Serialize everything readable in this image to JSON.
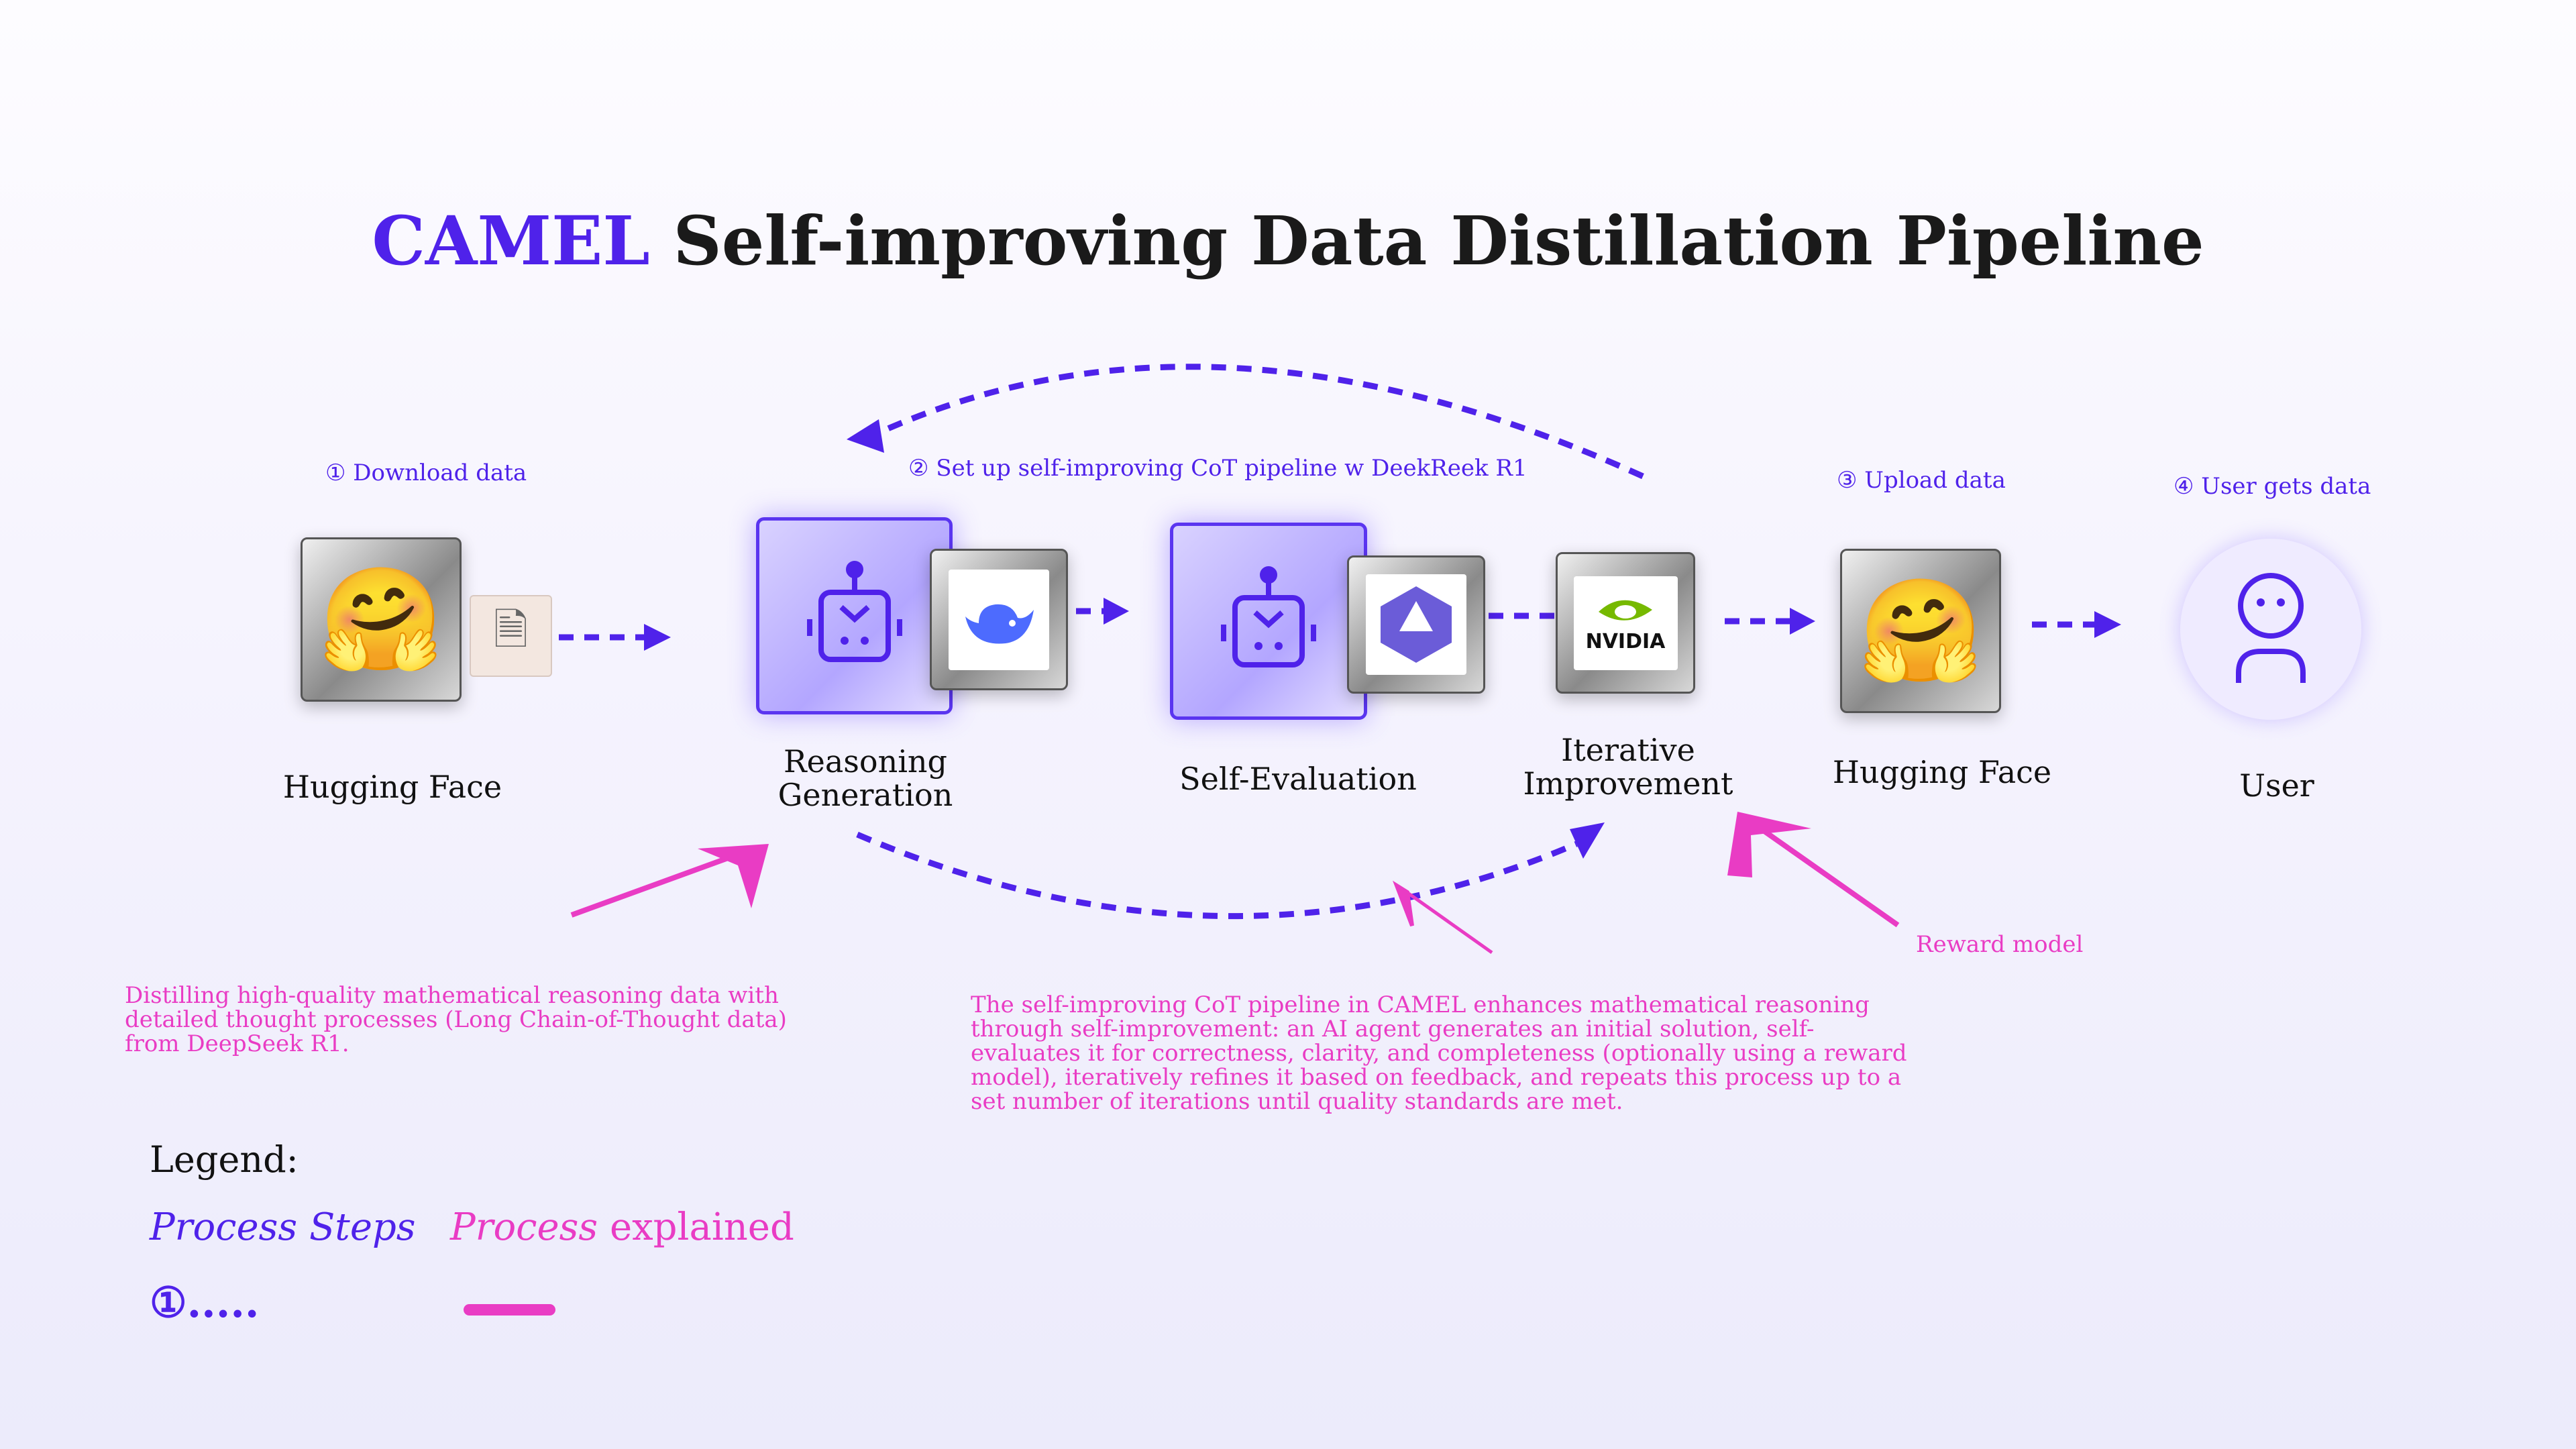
{
  "title": {
    "brand": "CAMEL",
    "rest": " Self-improving Data Distillation Pipeline"
  },
  "steps": {
    "s1": "① Download data",
    "s2": "② Set up self-improving CoT pipeline w DeekReek R1",
    "s3": "③ Upload data",
    "s4": "④ User gets data"
  },
  "nodes": {
    "hf1": "Hugging Face",
    "reason1": "Reasoning",
    "reason2": "Generation",
    "selfeval": "Self-Evaluation",
    "iter1": "Iterative",
    "iter2": "Improvement",
    "hf2": "Hugging Face",
    "user": "User",
    "nvidia": "NVIDIA"
  },
  "notes": {
    "left": "Distilling high-quality mathematical reasoning data with detailed thought processes (Long Chain-of-Thought data) from DeepSeek R1.",
    "right": "The self-improving CoT pipeline in CAMEL enhances mathematical reasoning through self-improvement: an AI agent generates an initial solution, self-evaluates it for correctness, clarity, and completeness (optionally using a reward model), iteratively refines it based on feedback, and repeats this process up to a set number of iterations until quality standards are met.",
    "reward": "Reward model"
  },
  "legend": {
    "title": "Legend:",
    "steps": "Process Steps",
    "explained_a": "Process",
    "explained_b": " explained",
    "marker": "①....."
  },
  "colors": {
    "purple": "#4f22ea",
    "pink": "#e93cc4"
  }
}
